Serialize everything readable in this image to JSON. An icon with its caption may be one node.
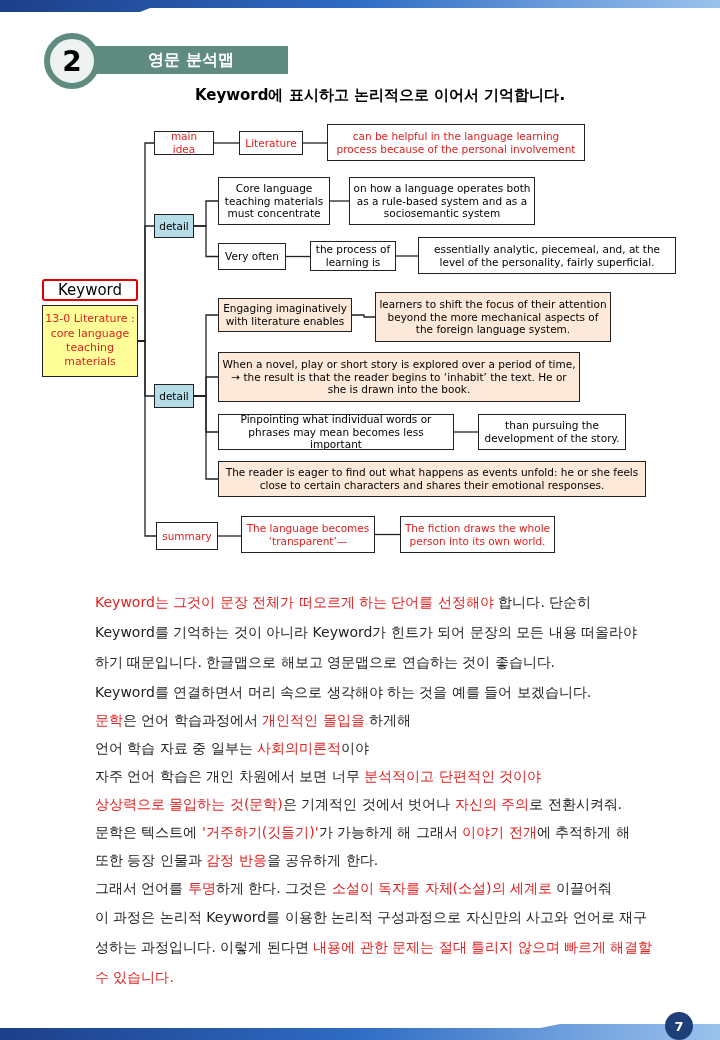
{
  "diagram": {
    "title": "영문 분석맵",
    "nodes": [
      {
        "text": [
          "Keyword",
          "13-0 Literature : core language teaching materials"
        ]
      },
      {
        "text": [
          "main idea"
        ]
      },
      {
        "text": [
          "Literature"
        ]
      },
      {
        "text": [
          "can be helpful in the language learning process because of the personal involvement"
        ]
      },
      {
        "text": [
          "detail"
        ]
      },
      {
        "text": [
          "Core language teaching materials must concentrate"
        ]
      },
      {
        "text": [
          "on how a language operates both as a rule-based system and as a sociosemantic system"
        ]
      },
      {
        "text": [
          "Very often"
        ]
      },
      {
        "text": [
          "the process of learning is"
        ]
      },
      {
        "text": [
          "essentially analytic, piecemeal, and, at the level of the personality, fairly superficial."
        ]
      },
      {
        "text": [
          "detail"
        ]
      },
      {
        "text": [
          "Engaging imaginatively with literature enables"
        ]
      },
      {
        "text": [
          "learners to shift the focus of their attention beyond the more mechanical aspects of the foreign language system."
        ]
      },
      {
        "text": [
          "When a novel, play or short story is explored over a period of time, → the result is that the reader begins to ‘inhabit’ the text. He or she is drawn into the book."
        ]
      },
      {
        "text": [
          "Pinpointing what individual words or phrases may mean becomes less important"
        ]
      },
      {
        "text": [
          "than pursuing the development of the story."
        ]
      },
      {
        "text": [
          "The reader is eager to find out what happens as events unfold: he or she feels close to certain characters and shares their emotional responses."
        ]
      },
      {
        "text": [
          "summary"
        ]
      },
      {
        "text": [
          "The language becomes ‘transparent’—"
        ]
      },
      {
        "text": [
          "The fiction draws the whole person into its own world."
        ]
      }
    ],
    "edges": [
      {
        "from": 0,
        "to": 1,
        "arrow": "none"
      },
      {
        "from": 1,
        "to": 2,
        "arrow": "none"
      },
      {
        "from": 2,
        "to": 3,
        "arrow": "none"
      },
      {
        "from": 0,
        "to": 4,
        "arrow": "none"
      },
      {
        "from": 4,
        "to": 5,
        "arrow": "none"
      },
      {
        "from": 5,
        "to": 6,
        "arrow": "none"
      },
      {
        "from": 4,
        "to": 7,
        "arrow": "none"
      },
      {
        "from": 7,
        "to": 8,
        "arrow": "none"
      },
      {
        "from": 8,
        "to": 9,
        "arrow": "none"
      },
      {
        "from": 0,
        "to": 10,
        "arrow": "none"
      },
      {
        "from": 10,
        "to": 11,
        "arrow": "none"
      },
      {
        "from": 11,
        "to": 12,
        "arrow": "none"
      },
      {
        "from": 10,
        "to": 13,
        "arrow": "none"
      },
      {
        "from": 10,
        "to": 14,
        "arrow": "none"
      },
      {
        "from": 14,
        "to": 15,
        "arrow": "none"
      },
      {
        "from": 10,
        "to": 16,
        "arrow": "none"
      },
      {
        "from": 0,
        "to": 17,
        "arrow": "none"
      },
      {
        "from": 17,
        "to": 18,
        "arrow": "none"
      },
      {
        "from": 18,
        "to": 19,
        "arrow": "none"
      }
    ],
    "labels": [
      "2",
      "Keyword에 표시하고 논리적으로 이어서 기억합니다.",
      "**Keyword는 그것이 문장 전체가 떠오르게 하는 단어를 선정해야** 합니다. 단순히 Keyword를 기억하는 것이 아니라 Keyword가 힌트가 되어 문장의 모든 내용 떠올라야 하기 때문입니다. 한글맵으로 해보고 영문맵으로 연습하는 것이 좋습니다.",
      "Keyword를 연결하면서 머리 속으로 생각해야 하는 것을 예를 들어 보겠습니다.",
      "**문학**은 언어 학습과정에서 **개인적인 몰입을** 하게해",
      "언어 학습 자료 중 일부는 **사회의미론적**이야",
      "자주 언어 학습은  개인 차원에서 보면 너무 **분석적이고 단편적인 것이야**",
      "**상상력으로 몰입하는 것(문학)**은 기계적인 것에서 벗어나 **자신의 주의**로 전환시켜줘.",
      "문학은 텍스트에 **'거주하기(깃들기)'**가 가능하게 해 그래서 **이야기 전개**에 추적하게 해",
      "또한 등장 인물과 **감정 반응**을 공유하게 한다.",
      "그래서 언어를 **투명**하게 한다. 그것은 **소설이 독자를 자체(소설)의 세계로** 이끌어줘",
      "이 과정은 논리적 Keyword를 이용한 논리적 구성과정으로 자신만의 사고와 언어로 재구성하는 과정입니다. 이렇게 된다면  **내용에 관한 문제는 절대 틀리지 않으며 빠르게 해결할 수 있습니다.**",
      "7"
    ]
  }
}
